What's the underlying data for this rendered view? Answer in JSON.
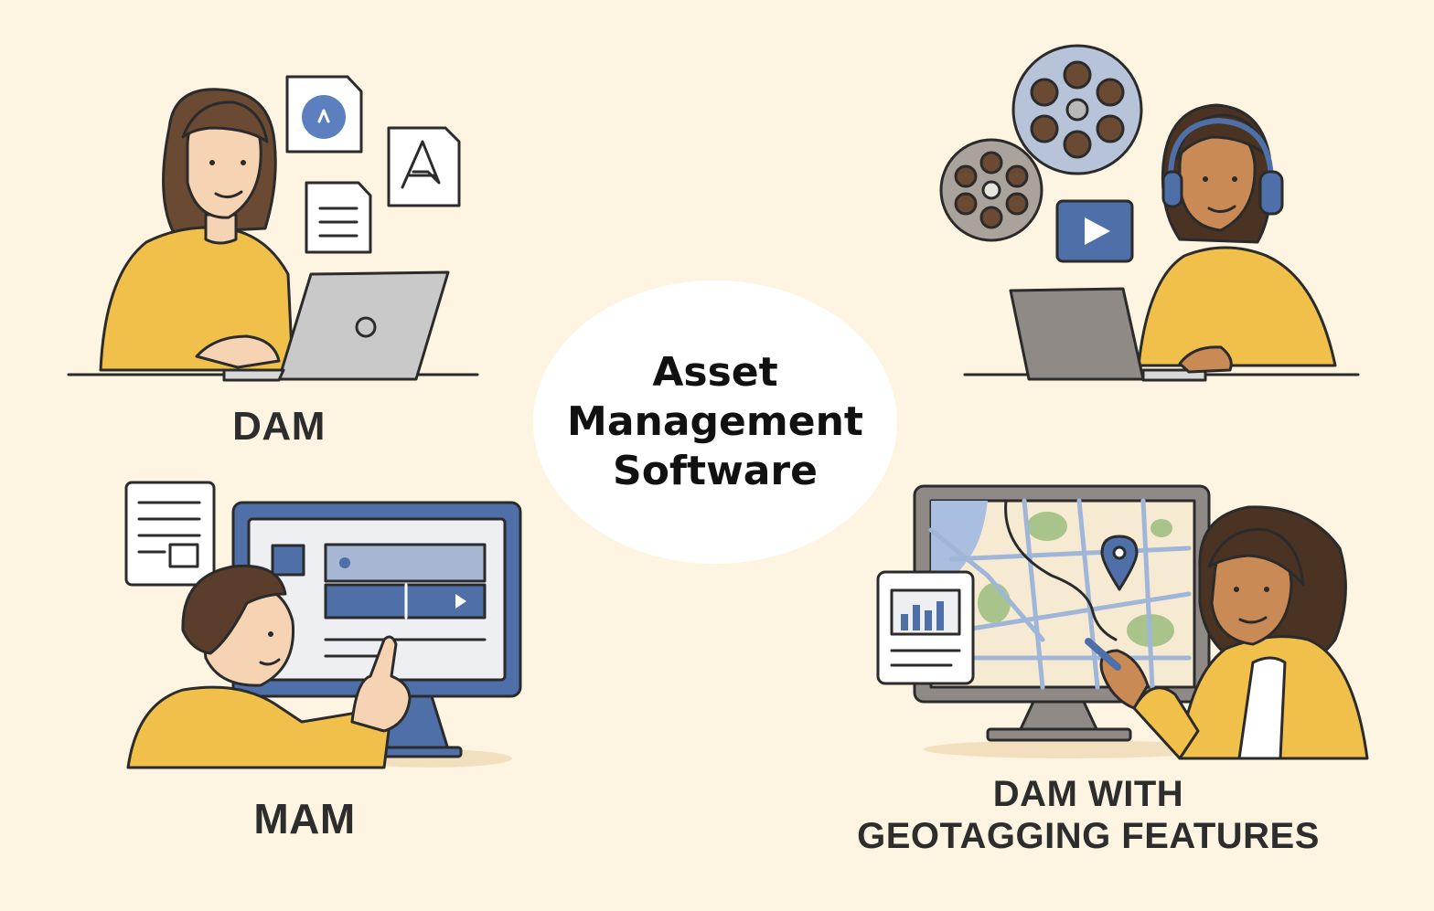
{
  "center": {
    "lines": [
      "Asset",
      "Management",
      "Software"
    ]
  },
  "quadrants": {
    "top_left": {
      "label": "DAM"
    },
    "top_right": {
      "label": ""
    },
    "bottom_left": {
      "label": "MAM"
    },
    "bottom_right": {
      "label_line1": "DAM WITH",
      "label_line2": "GEOTAGGING FEATURES"
    }
  },
  "colors": {
    "background": "#fdf5e1",
    "sweater": "#f0c04a",
    "accent_blue": "#4e6fa8",
    "outline": "#2b2b2b",
    "skin_light": "#f6d3b3",
    "skin_dark": "#c98a55",
    "hair": "#6b4a33"
  },
  "icons": {
    "top_left": [
      "upload-file-icon",
      "font-file-icon",
      "text-document-icon",
      "laptop-icon"
    ],
    "top_right": [
      "film-reel-icon",
      "film-reel-icon",
      "play-video-icon",
      "headphones-icon",
      "laptop-icon"
    ],
    "bottom_left": [
      "document-icon",
      "monitor-icon",
      "video-timeline-icon"
    ],
    "bottom_right": [
      "map-icon",
      "location-pin-icon",
      "report-chart-icon",
      "monitor-icon"
    ]
  }
}
